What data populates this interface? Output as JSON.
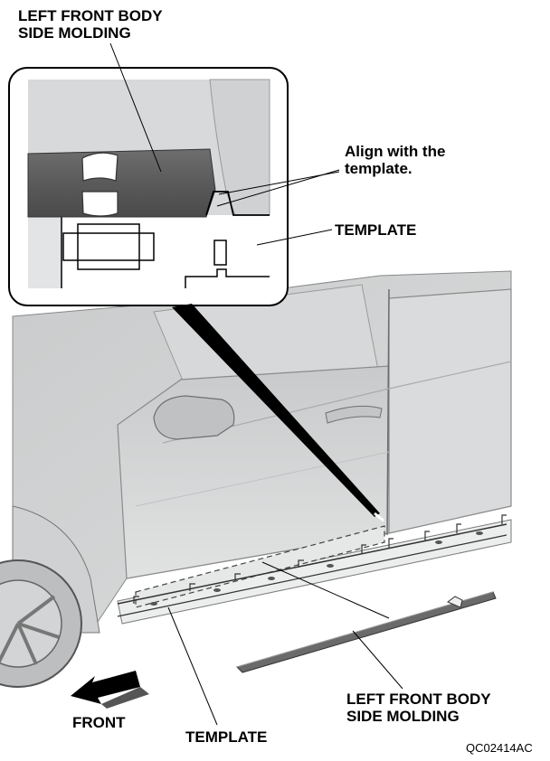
{
  "callouts": {
    "top_molding": [
      "LEFT FRONT BODY",
      "SIDE MOLDING"
    ],
    "align": [
      "Align with the",
      "template."
    ],
    "template_detail": "TEMPLATE",
    "bottom_molding": [
      "LEFT FRONT BODY",
      "SIDE MOLDING"
    ],
    "front": "FRONT",
    "template_bottom": "TEMPLATE"
  },
  "figure_code": "QC02414AC"
}
